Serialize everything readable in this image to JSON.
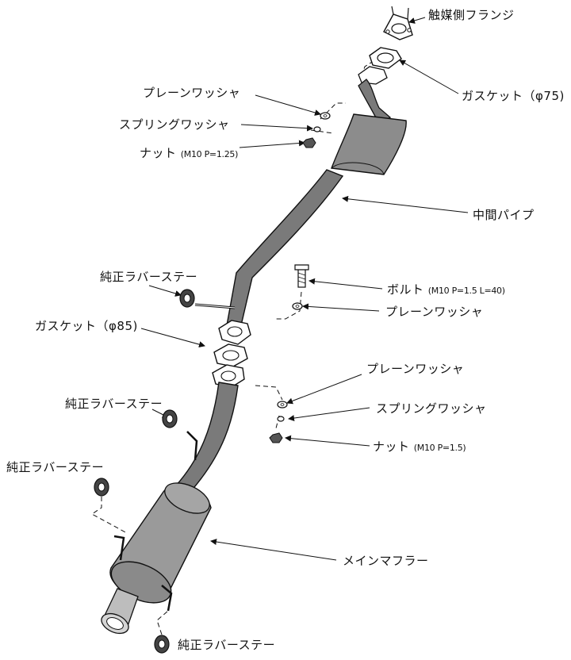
{
  "colors": {
    "line": "#111111",
    "pipe_fill": "#7a7a7a",
    "muffler_fill": "#9a9a9a",
    "part_fill": "#ffffff",
    "nut_fill": "#555555",
    "background": "#ffffff"
  },
  "labels": {
    "catalyst_flange": "触媒側フランジ",
    "gasket_75": "ガスケット（φ75)",
    "plain_washer_top": "プレーンワッシャ",
    "spring_washer_top": "スプリングワッシャ",
    "nut_top": {
      "name": "ナット",
      "spec": "(M10 P=1.25)"
    },
    "mid_pipe": "中間パイプ",
    "rubber_stay_1": "純正ラバーステー",
    "bolt": {
      "name": "ボルト",
      "spec": "(M10 P=1.5 L=40)"
    },
    "plain_washer_mid": "プレーンワッシャ",
    "gasket_85": "ガスケット（φ85)",
    "plain_washer_low": "プレーンワッシャ",
    "rubber_stay_2": "純正ラバーステー",
    "spring_washer_low": "スプリングワッシャ",
    "nut_low": {
      "name": "ナット",
      "spec": "(M10 P=1.5)"
    },
    "rubber_stay_3": "純正ラバーステー",
    "main_muffler": "メインマフラー",
    "rubber_stay_4": "純正ラバーステー"
  }
}
